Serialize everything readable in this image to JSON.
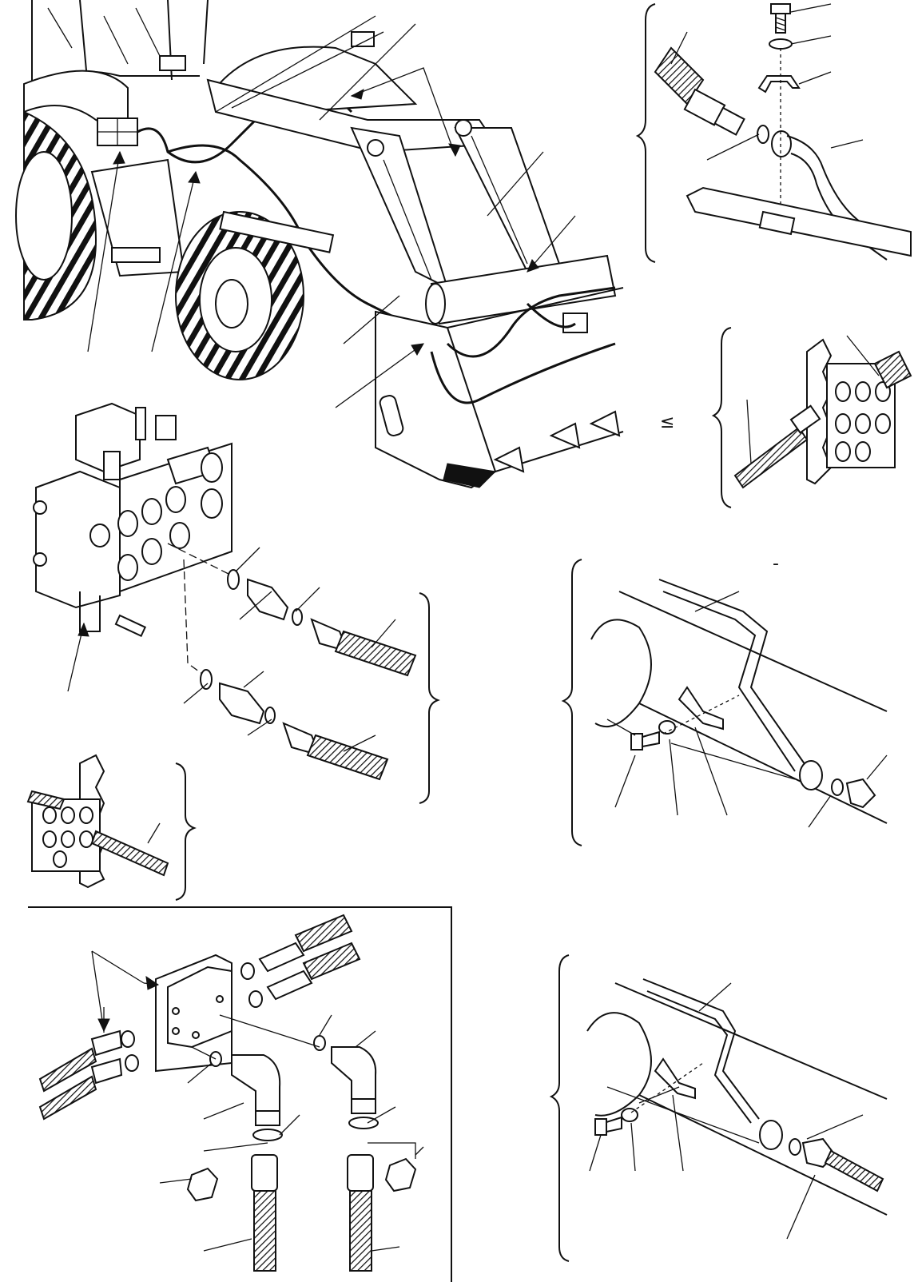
{
  "figure": {
    "stray_marks": [
      "≤",
      "-"
    ]
  },
  "panels": [
    {
      "id": "machine-overview",
      "title": ""
    },
    {
      "id": "pipe-clamp-detail-top-right",
      "title": ""
    },
    {
      "id": "bulkhead-detail-right",
      "title": ""
    },
    {
      "id": "control-valve-fittings",
      "title": ""
    },
    {
      "id": "bulkhead-detail-left",
      "title": ""
    },
    {
      "id": "pipe-clamp-detail-middle-right",
      "title": ""
    },
    {
      "id": "diverter-block-inset",
      "title": ""
    },
    {
      "id": "pipe-clamp-detail-bottom-right",
      "title": ""
    }
  ],
  "colors": {
    "line": "#111111",
    "paper": "#ffffff"
  }
}
